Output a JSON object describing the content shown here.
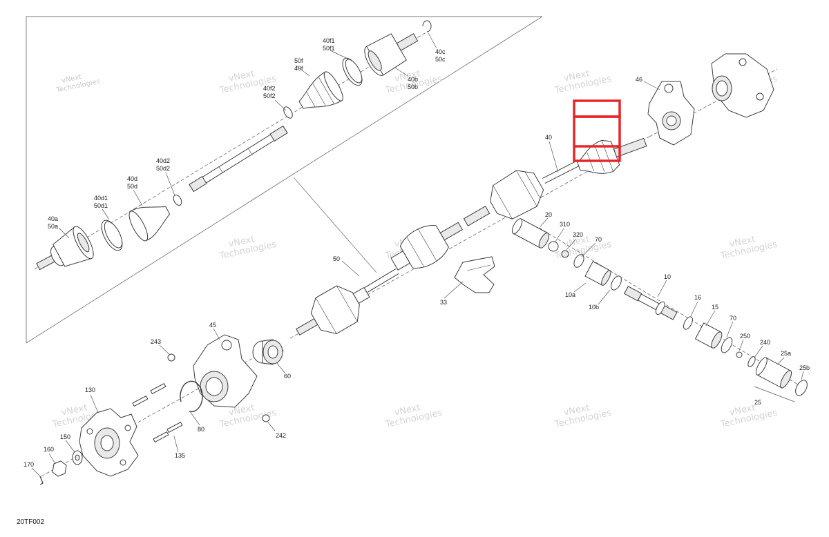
{
  "diagram": {
    "drawing_code": "20TF002",
    "watermark": [
      "vNext",
      "Technologies"
    ],
    "highlight_color": "#e8262a",
    "labels": {
      "l40f1": "40f1",
      "l50f1": "50f1",
      "l40c": "40c",
      "l50c": "50c",
      "l50f": "50f",
      "l40f": "40f",
      "l40b": "40b",
      "l50b": "50b",
      "l40f2": "40f2",
      "l50f2": "50f2",
      "l40d2": "40d2",
      "l50d2": "50d2",
      "l40d": "40d",
      "l50d": "50d",
      "l40d1": "40d1",
      "l50d1": "50d1",
      "l40a": "40a",
      "l50a": "50a",
      "l46": "46",
      "l40": "40",
      "l20": "20",
      "l310": "310",
      "l320": "320",
      "l70a": "70",
      "l10": "10",
      "l10a": "10a",
      "l10b": "10b",
      "l16": "16",
      "l15": "15",
      "l70b": "70",
      "l250": "250",
      "l240": "240",
      "l25a": "25a",
      "l25b": "25b",
      "l25": "25",
      "l50": "50",
      "l33": "33",
      "l45": "45",
      "l243": "243",
      "l60": "60",
      "l130": "130",
      "l80": "80",
      "l242": "242",
      "l135": "135",
      "l150": "150",
      "l160": "160",
      "l170": "170"
    }
  }
}
